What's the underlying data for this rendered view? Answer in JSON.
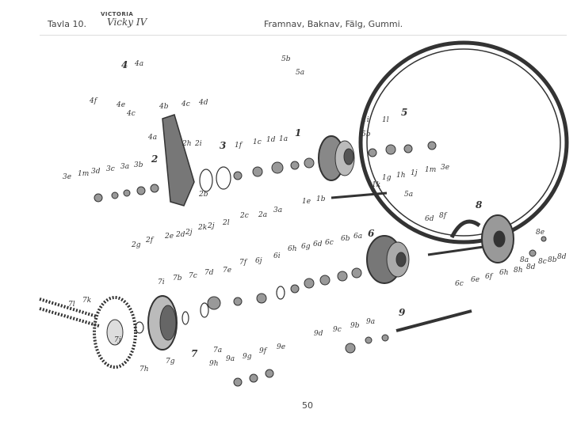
{
  "header": {
    "plate": "Tavla 10.",
    "brand": "VICTORIA",
    "model": "Vicky IV",
    "title": "Framnav, Baknav, Fälg, Gummi."
  },
  "page_number": "50",
  "part_labels": [
    "5b",
    "5a",
    "5",
    "4",
    "4a",
    "4e",
    "4f",
    "4c",
    "4b",
    "4c",
    "4d",
    "4a",
    "2h",
    "2i",
    "3",
    "1f",
    "1c",
    "1d",
    "1a",
    "1",
    "2",
    "3e",
    "1m",
    "3d",
    "3c",
    "3a",
    "3b",
    "2b",
    "2c",
    "2a",
    "3a",
    "1e",
    "1b",
    "1k",
    "5a",
    "2l",
    "2k",
    "2j",
    "2j",
    "2d",
    "2e",
    "2f",
    "2g",
    "1i",
    "1l",
    "5b",
    "1g",
    "1h",
    "1j",
    "1m",
    "3e",
    "8",
    "6d",
    "8f",
    "8e",
    "6",
    "6a",
    "6b",
    "6c",
    "6d",
    "6g",
    "6h",
    "6i",
    "6j",
    "7f",
    "7e",
    "7d",
    "7c",
    "7b",
    "7i",
    "6c",
    "6e",
    "6f",
    "6h",
    "8h",
    "8d",
    "8a",
    "8c",
    "8b",
    "8d",
    "9",
    "7l",
    "7k",
    "7j",
    "7h",
    "7g",
    "7",
    "7a",
    "9d",
    "9c",
    "9b",
    "9a",
    "9e",
    "9f",
    "9g",
    "9a",
    "9h"
  ]
}
